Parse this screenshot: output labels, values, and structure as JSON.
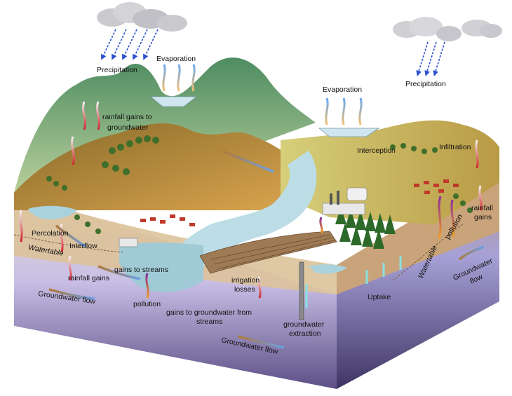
{
  "labels": {
    "precipitation_left": "Precipitation",
    "precipitation_right": "Precipitation",
    "evaporation_left": "Evaporation",
    "evaporation_right": "Evaporation",
    "rainfall_gains_to_groundwater_line1": "rainfall gains to",
    "rainfall_gains_to_groundwater_line2": "groundwater",
    "interception": "Interception",
    "infiltration": "Infiltration",
    "rainfall_gains_right_line1": "rainfall",
    "rainfall_gains_right_line2": "gains",
    "pollution_right": "pollution",
    "percolation": "Percolation",
    "watertable_left": "Watertable",
    "interflow": "Interflow",
    "gains_to_streams": "gains to streams",
    "rainfall_gains_left": "rainfall gains",
    "groundwater_flow_left": "Groundwater flow",
    "pollution_left": "pollution",
    "gains_from_streams_line1": "gains to groundwater from",
    "gains_from_streams_line2": "streams",
    "irrigation_losses_line1": "irrigation",
    "irrigation_losses_line2": "losses",
    "groundwater_extraction_line1": "groundwater",
    "groundwater_extraction_line2": "extraction",
    "uptake": "Uptake",
    "watertable_right": "Watertable",
    "groundwater_flow_right_line1": "Groundwater",
    "groundwater_flow_right_line2": "flow",
    "groundwater_flow_bottom": "Groundwater flow"
  },
  "colors": {
    "sky_cloud": "#c8c8cc",
    "rain_arrow": "#2a4fd0",
    "mountain_green": "#5e9a6a",
    "hill_brown": "#b7843c",
    "river_blue": "#b6dbe4",
    "soil_tan": "#d9b98a",
    "groundwater_purple": "#c8bde6",
    "deep_purple": "#6f5fa0",
    "flow_arrow_blue": "#6aa0e0",
    "red_arrow": "#d0202a"
  }
}
